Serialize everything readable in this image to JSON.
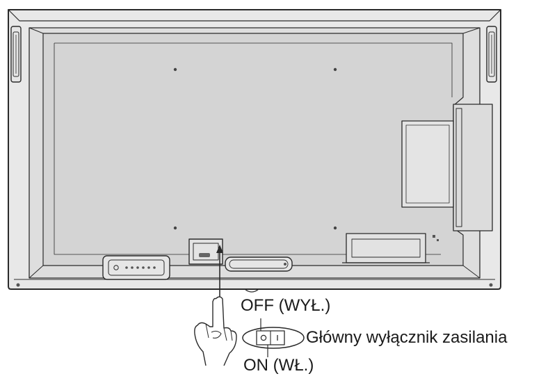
{
  "labels": {
    "off": "OFF (WYŁ.)",
    "main_switch": "Główny wyłącznik zasilania",
    "on": "ON (WŁ.)"
  },
  "colors": {
    "line": "#2a2a2a",
    "panel_fill": "#e3e3e3",
    "inner_fill": "#d4d4d4",
    "background": "#ffffff"
  }
}
